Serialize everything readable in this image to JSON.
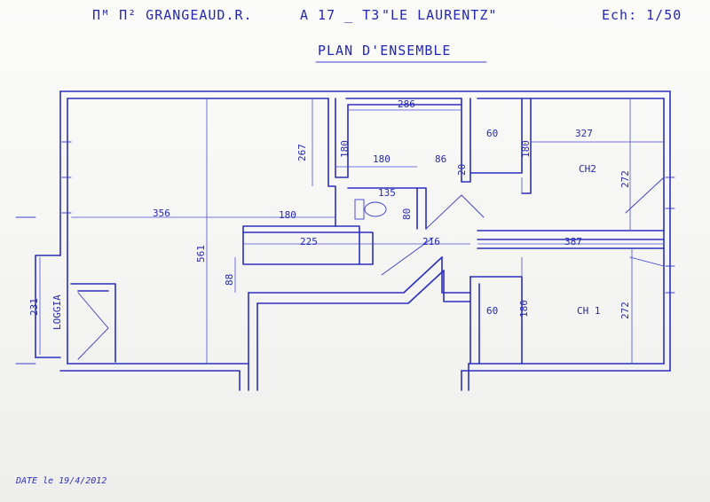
{
  "header": {
    "owner": "Пᴹ Π² GRANGEAUD.R.",
    "reference": "A 17 _ T3",
    "building": "\"LE LAURENTZ\"",
    "scale": "Ech: 1/50"
  },
  "title": "PLAN D'ENSEMBLE",
  "rooms": {
    "loggia": "LOGGIA",
    "ch1": "CH 1",
    "ch2": "CH2"
  },
  "dimensions": {
    "d286": "286",
    "d180_top": "180",
    "d86": "86",
    "d267": "267",
    "d180_vert": "180",
    "d60_top": "60",
    "d20": "20",
    "d180_right_top": "180",
    "d327": "327",
    "d272_top": "272",
    "d135": "135",
    "d80": "80",
    "d356": "356",
    "d180_mid": "180",
    "d225": "225",
    "d216": "216",
    "d387": "387",
    "d561": "561",
    "d88": "88",
    "d231": "231",
    "d60_bottom": "60",
    "d180_right_bottom": "180",
    "d272_bottom": "272"
  },
  "footer": {
    "date": "DATE le 19/4/2012"
  }
}
